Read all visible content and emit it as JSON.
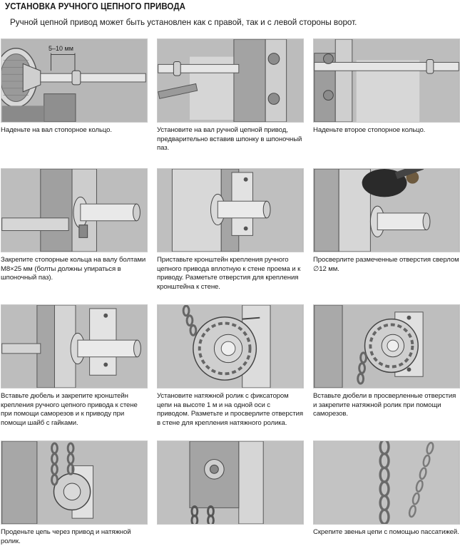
{
  "header": {
    "title": "УСТАНОВКА РУЧНОГО ЦЕПНОГО ПРИВОДА",
    "subtitle": "Ручной цепной привод может быть установлен как с правой, так и с левой стороны ворот."
  },
  "steps": [
    {
      "caption": "Наденьте на вал стопорное кольцо.",
      "annotation": "5–10 мм"
    },
    {
      "caption": "Установите на вал ручной цепной привод, предварительно вставив шпонку в шпоночный паз."
    },
    {
      "caption": "Наденьте второе стопорное кольцо."
    },
    {
      "caption": "Закрепите стопорные кольца на валу болтами M8×25 мм (болты должны упираться в шпоночный паз)."
    },
    {
      "caption": "Приставьте кронштейн крепления ручного цепного привода вплотную к стене проема и к приводу. Разметьте отверстия для крепления кронштейна к стене."
    },
    {
      "caption": "Просверлите размеченные отверстия сверлом ∅12 мм."
    },
    {
      "caption": "Вставьте дюбель и закрепите кронштейн крепления ручного цепного привода к стене при помощи саморезов и к приводу при помощи шайб с гайками."
    },
    {
      "caption": "Установите натяжной ролик с фиксатором цепи на высоте 1 м и на одной оси с приводом. Разметьте и просверлите отверстия в стене для крепления натяжного ролика."
    },
    {
      "caption": "Вставьте дюбели в просверленные отверстия и закрепите натяжной ролик при помощи саморезов."
    },
    {
      "caption": "Проденьте цепь через привод и натяжной ролик."
    },
    {
      "caption": ""
    },
    {
      "caption": "Скрепите звенья цепи с помощью пассатижей."
    }
  ]
}
